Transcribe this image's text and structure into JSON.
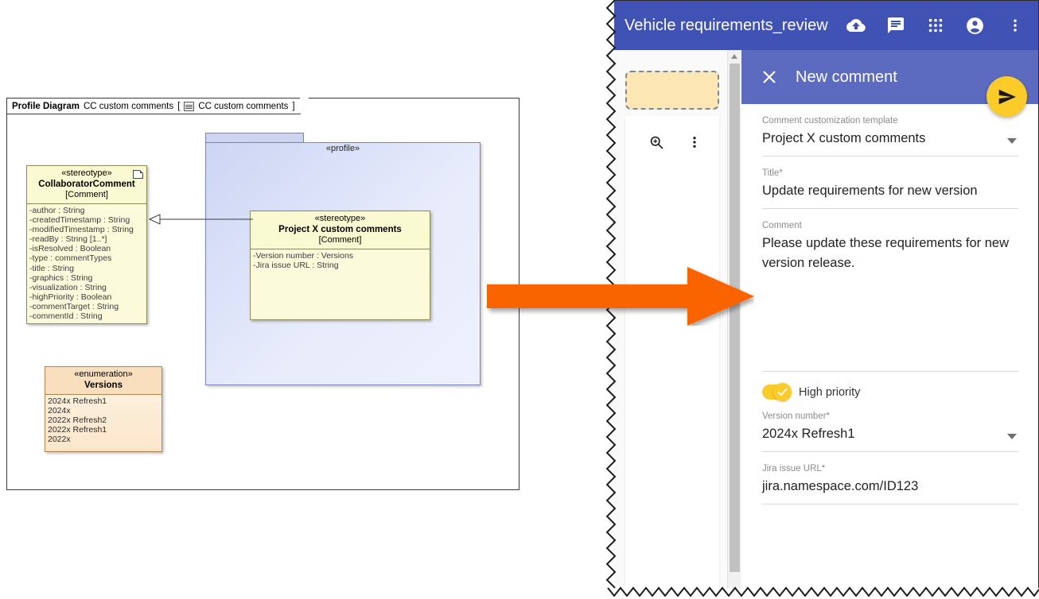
{
  "diagram": {
    "frame": {
      "kind": "Profile Diagram",
      "name": "CC custom comments",
      "bracket_open": "[",
      "owner_icon": "diagram-icon",
      "owner": "CC custom comments",
      "bracket_close": "]"
    },
    "collaborator_comment": {
      "stereotype": "«stereotype»",
      "name": "CollaboratorComment",
      "base": "[Comment]",
      "icon": "note-icon",
      "attributes": [
        "-author : String",
        "-createdTimestamp : String",
        "-modifiedTimestamp : String",
        "-readBy : String [1..*]",
        "-isResolved : Boolean",
        "-type : commentTypes",
        "-title : String",
        "-graphics : String",
        "-visualization : String",
        "-highPriority : Boolean",
        "-commentTarget : String",
        "-commentId : String"
      ]
    },
    "profile_package": {
      "stereotype": "«profile»"
    },
    "projectx_comment": {
      "stereotype": "«stereotype»",
      "name": "Project X custom comments",
      "base": "[Comment]",
      "attributes": [
        "-Version number : Versions",
        "-Jira issue URL : String"
      ]
    },
    "versions_enum": {
      "stereotype": "«enumeration»",
      "name": "Versions",
      "literals": [
        "2024x Refresh1",
        "2024x",
        "2022x Refresh2",
        "2022x Refresh1",
        "2022x"
      ]
    },
    "relationship": {
      "type": "generalization"
    }
  },
  "arrow": {
    "name": "flow-arrow",
    "color": "#f96400"
  },
  "webapp": {
    "header": {
      "title": "Vehicle requirements_review",
      "icons": [
        "cloud-upload-icon",
        "comment-icon",
        "apps-grid-icon",
        "account-icon",
        "more-vert-icon"
      ],
      "color": "#4053b5"
    },
    "canvas": {
      "sticky_note_selected": true,
      "tools": [
        "zoom-in-icon",
        "more-vert-icon"
      ]
    },
    "panel": {
      "title": "New comment",
      "close_icon": "close-icon",
      "send_icon": "send-icon",
      "accent": "#5c6bc0",
      "fab_color": "#fbcb2a",
      "fields": {
        "template": {
          "label": "Comment customization template",
          "value": "Project X custom comments"
        },
        "title": {
          "label": "Title*",
          "value": "Update requirements for new version"
        },
        "comment": {
          "label": "Comment",
          "value": "Please update these requirements for new version release."
        },
        "high_priority": {
          "label": "High priority",
          "on": true
        },
        "version": {
          "label": "Version number*",
          "value": "2024x Refresh1"
        },
        "jira": {
          "label": "Jira issue URL*",
          "value": "jira.namespace.com/ID123"
        }
      }
    }
  }
}
